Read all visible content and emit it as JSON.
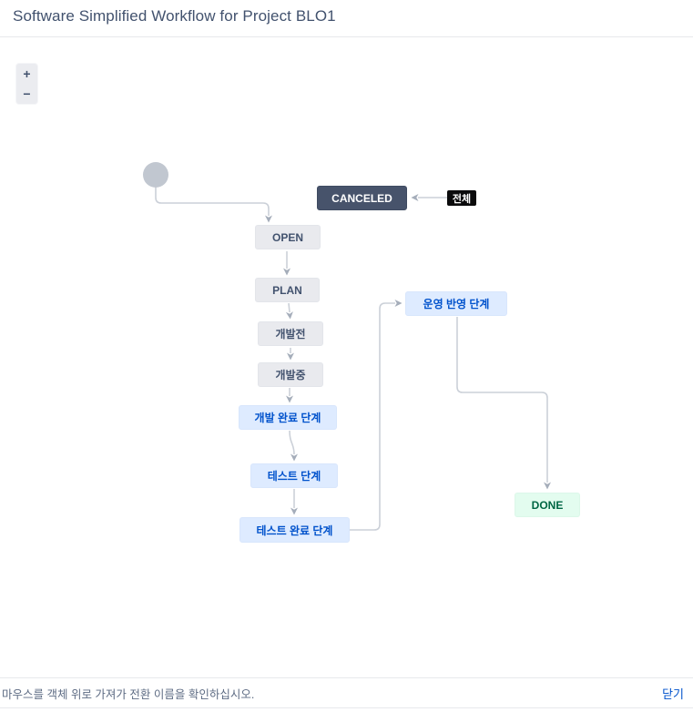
{
  "header": {
    "title": "Software Simplified Workflow for Project BLO1"
  },
  "zoom_controls": {
    "zoom_in_label": "+",
    "zoom_out_label": "−"
  },
  "diagram": {
    "nodes": [
      {
        "id": "canceled",
        "label": "CANCELED",
        "type": "dark"
      },
      {
        "id": "open",
        "label": "OPEN",
        "type": "gray"
      },
      {
        "id": "plan",
        "label": "PLAN",
        "type": "gray"
      },
      {
        "id": "pre-dev",
        "label": "개발전",
        "type": "gray"
      },
      {
        "id": "in-dev",
        "label": "개발중",
        "type": "gray"
      },
      {
        "id": "dev-complete",
        "label": "개발 완료 단계",
        "type": "blue"
      },
      {
        "id": "test",
        "label": "테스트 단계",
        "type": "blue"
      },
      {
        "id": "test-complete",
        "label": "테스트 완료 단계",
        "type": "blue"
      },
      {
        "id": "ops-apply",
        "label": "운영 반영 단계",
        "type": "blue"
      },
      {
        "id": "done",
        "label": "DONE",
        "type": "green"
      }
    ],
    "transition_labels": [
      {
        "id": "all",
        "label": "전체"
      }
    ]
  },
  "footer": {
    "hint": "마우스를 객체 위로 가져가 전환 이름을 확인하십시오.",
    "close_label": "닫기"
  },
  "colors": {
    "status_gray_bg": "#e9eaee",
    "status_gray_text": "#42526e",
    "status_blue_bg": "#deebff",
    "status_blue_text": "#0052cc",
    "status_green_bg": "#e3fcef",
    "status_green_text": "#006644",
    "status_dark_bg": "#47536b",
    "transition_chip_bg": "#0b0b0c",
    "edge_stroke": "#cbd0d8",
    "arrow_fill": "#a5adba",
    "link_blue": "#0052cc"
  }
}
